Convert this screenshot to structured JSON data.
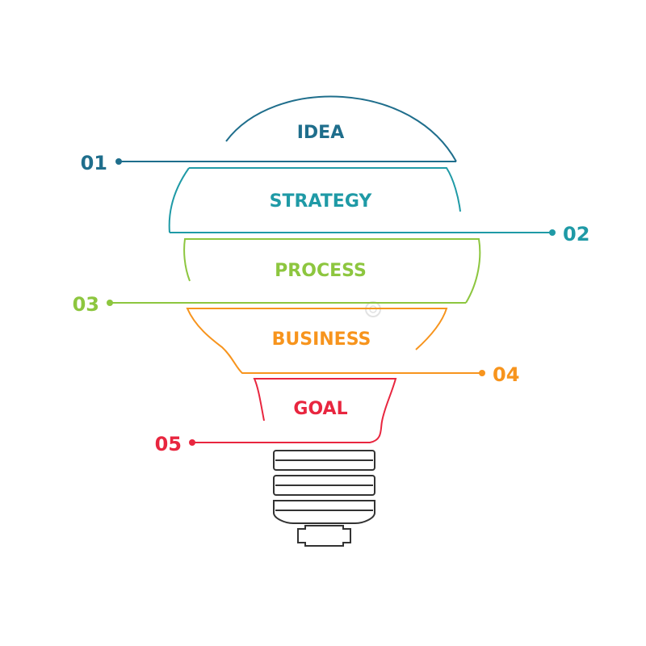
{
  "colors": {
    "background": "#ffffff",
    "base_outline": "#333333",
    "watermark": "#e2e2e2"
  },
  "stages": [
    {
      "number": "01",
      "label": "IDEA",
      "color": "#1f6e8c"
    },
    {
      "number": "02",
      "label": "STRATEGY",
      "color": "#1f9aa6"
    },
    {
      "number": "03",
      "label": "PROCESS",
      "color": "#8dc63f"
    },
    {
      "number": "04",
      "label": "BUSINESS",
      "color": "#f7941d"
    },
    {
      "number": "05",
      "label": "GOAL",
      "color": "#e8263f"
    }
  ]
}
